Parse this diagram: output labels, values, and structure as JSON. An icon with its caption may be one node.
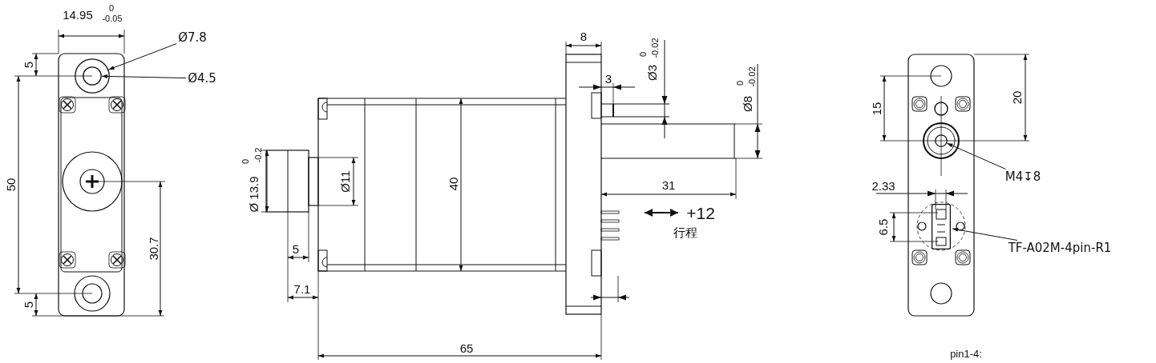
{
  "diagram": {
    "nodes": [
      {
        "text": [
          "Ø7.8"
        ]
      },
      {
        "text": [],
        "shape": "circle"
      },
      {
        "text": [
          "Ø4.5"
        ]
      },
      {
        "text": [],
        "shape": "circle",
        "in": 1
      },
      {
        "text": [
          "M4↧8"
        ]
      },
      {
        "text": [],
        "shape": "circle"
      },
      {
        "text": [
          "TF-A02M-4pin-R1"
        ]
      },
      {
        "text": [],
        "shape": "box"
      }
    ],
    "edges": [
      {
        "from": 0,
        "to": 1,
        "arrow": "to"
      },
      {
        "from": 2,
        "to": 3,
        "arrow": "to"
      },
      {
        "from": 4,
        "to": 5,
        "arrow": "to"
      },
      {
        "from": 6,
        "to": 7,
        "arrow": "to"
      }
    ],
    "labels": [
      "14.95",
      "0",
      "-0.05",
      "5",
      "50",
      "30.7",
      "5",
      "Ø 13.9",
      "0",
      "-0.2",
      "Ø11",
      "40",
      "5",
      "7.1",
      "65",
      "8",
      "3",
      "Ø3",
      "0",
      "-0.02",
      "Ø8",
      "0",
      "-0.02",
      "31",
      "+12",
      "行程",
      "15",
      "20",
      "2.33",
      "6.5",
      "pin1-4:"
    ]
  }
}
